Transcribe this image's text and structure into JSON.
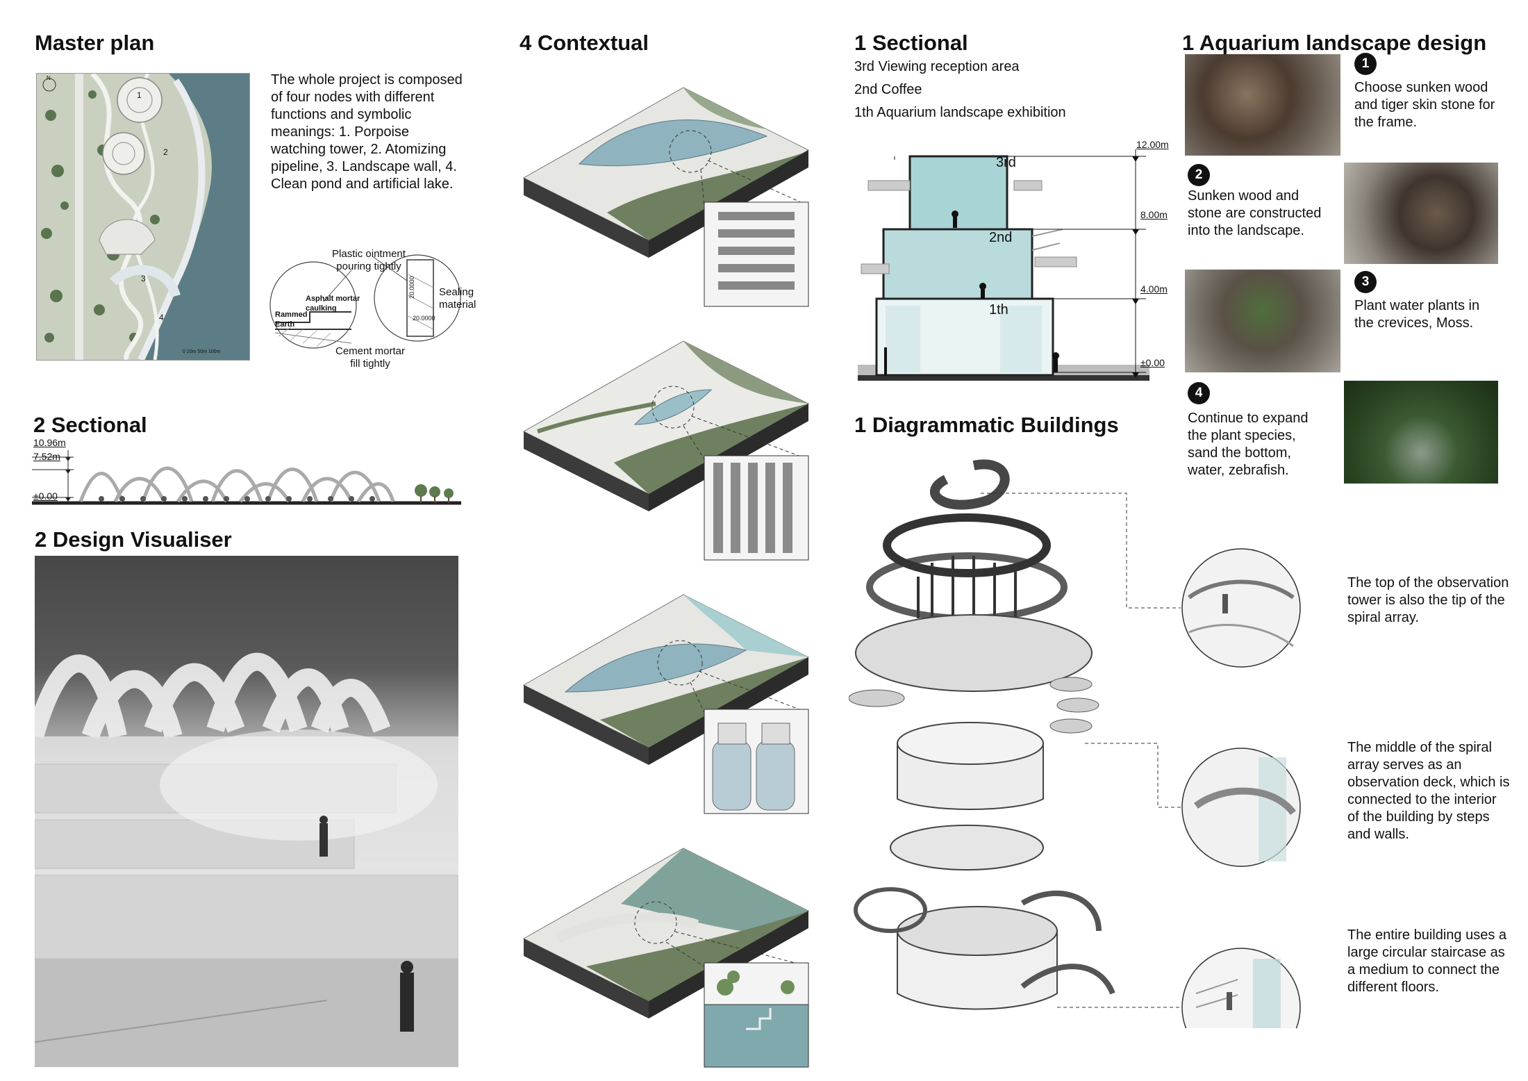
{
  "master_plan": {
    "title": "Master plan",
    "description": "The whole project is composed of four nodes with different functions and symbolic meanings: 1.  Porpoise watching tower, 2. Atomizing pipeline, 3. Landscape wall, 4. Clean pond and artificial lake.",
    "node_labels": [
      "1",
      "2",
      "3",
      "4"
    ],
    "scale_label": "0   20m  50m          100m",
    "north_label": "N",
    "detail_labels": {
      "plastic": "Plastic ointment pouring tightly",
      "asphalt": "Asphalt mortar caulking",
      "rammed": "Rammed Earth",
      "cement": "Cement mortar fill tightly",
      "sealing": "Sealing material",
      "dim1": "20.0000",
      "dim2": "20.0000"
    }
  },
  "sectional2": {
    "title": "2 Sectional",
    "levels": [
      "10.96m",
      "7.52m",
      "±0.00"
    ]
  },
  "design_visualiser": {
    "title": "2 Design Visualiser"
  },
  "contextual": {
    "title": "4 Contextual"
  },
  "sectional1": {
    "title": "1 Sectional",
    "items": [
      "3rd Viewing reception area",
      "2nd Coffee",
      "1th Aquarium landscape exhibition"
    ],
    "floor_labels": [
      "3rd",
      "2nd",
      "1th"
    ],
    "levels": [
      "12.00m",
      "8.00m",
      "4.00m",
      "±0.00"
    ]
  },
  "diagrammatic": {
    "title": "1 Diagrammatic Buildings",
    "notes": [
      "The top of the observation tower is also the tip of the spiral array.",
      "The middle of the spiral array serves as an observation deck, which is connected to the interior of the building by steps and walls.",
      "The entire building uses a large circular staircase as a medium to connect the different floors."
    ]
  },
  "aquarium": {
    "title": "1 Aquarium landscape design",
    "steps": [
      {
        "num": "1",
        "text": "Choose sunken wood and tiger skin stone for the frame."
      },
      {
        "num": "2",
        "text": "Sunken wood and stone are constructed into the landscape."
      },
      {
        "num": "3",
        "text": "Plant water plants in the crevices, Moss."
      },
      {
        "num": "4",
        "text": "Continue to expand the plant species, sand the bottom, water, zebrafish."
      }
    ]
  },
  "colors": {
    "water": "#a9d4d6",
    "green": "#6d7f5e",
    "dark": "#2d2d2d"
  }
}
